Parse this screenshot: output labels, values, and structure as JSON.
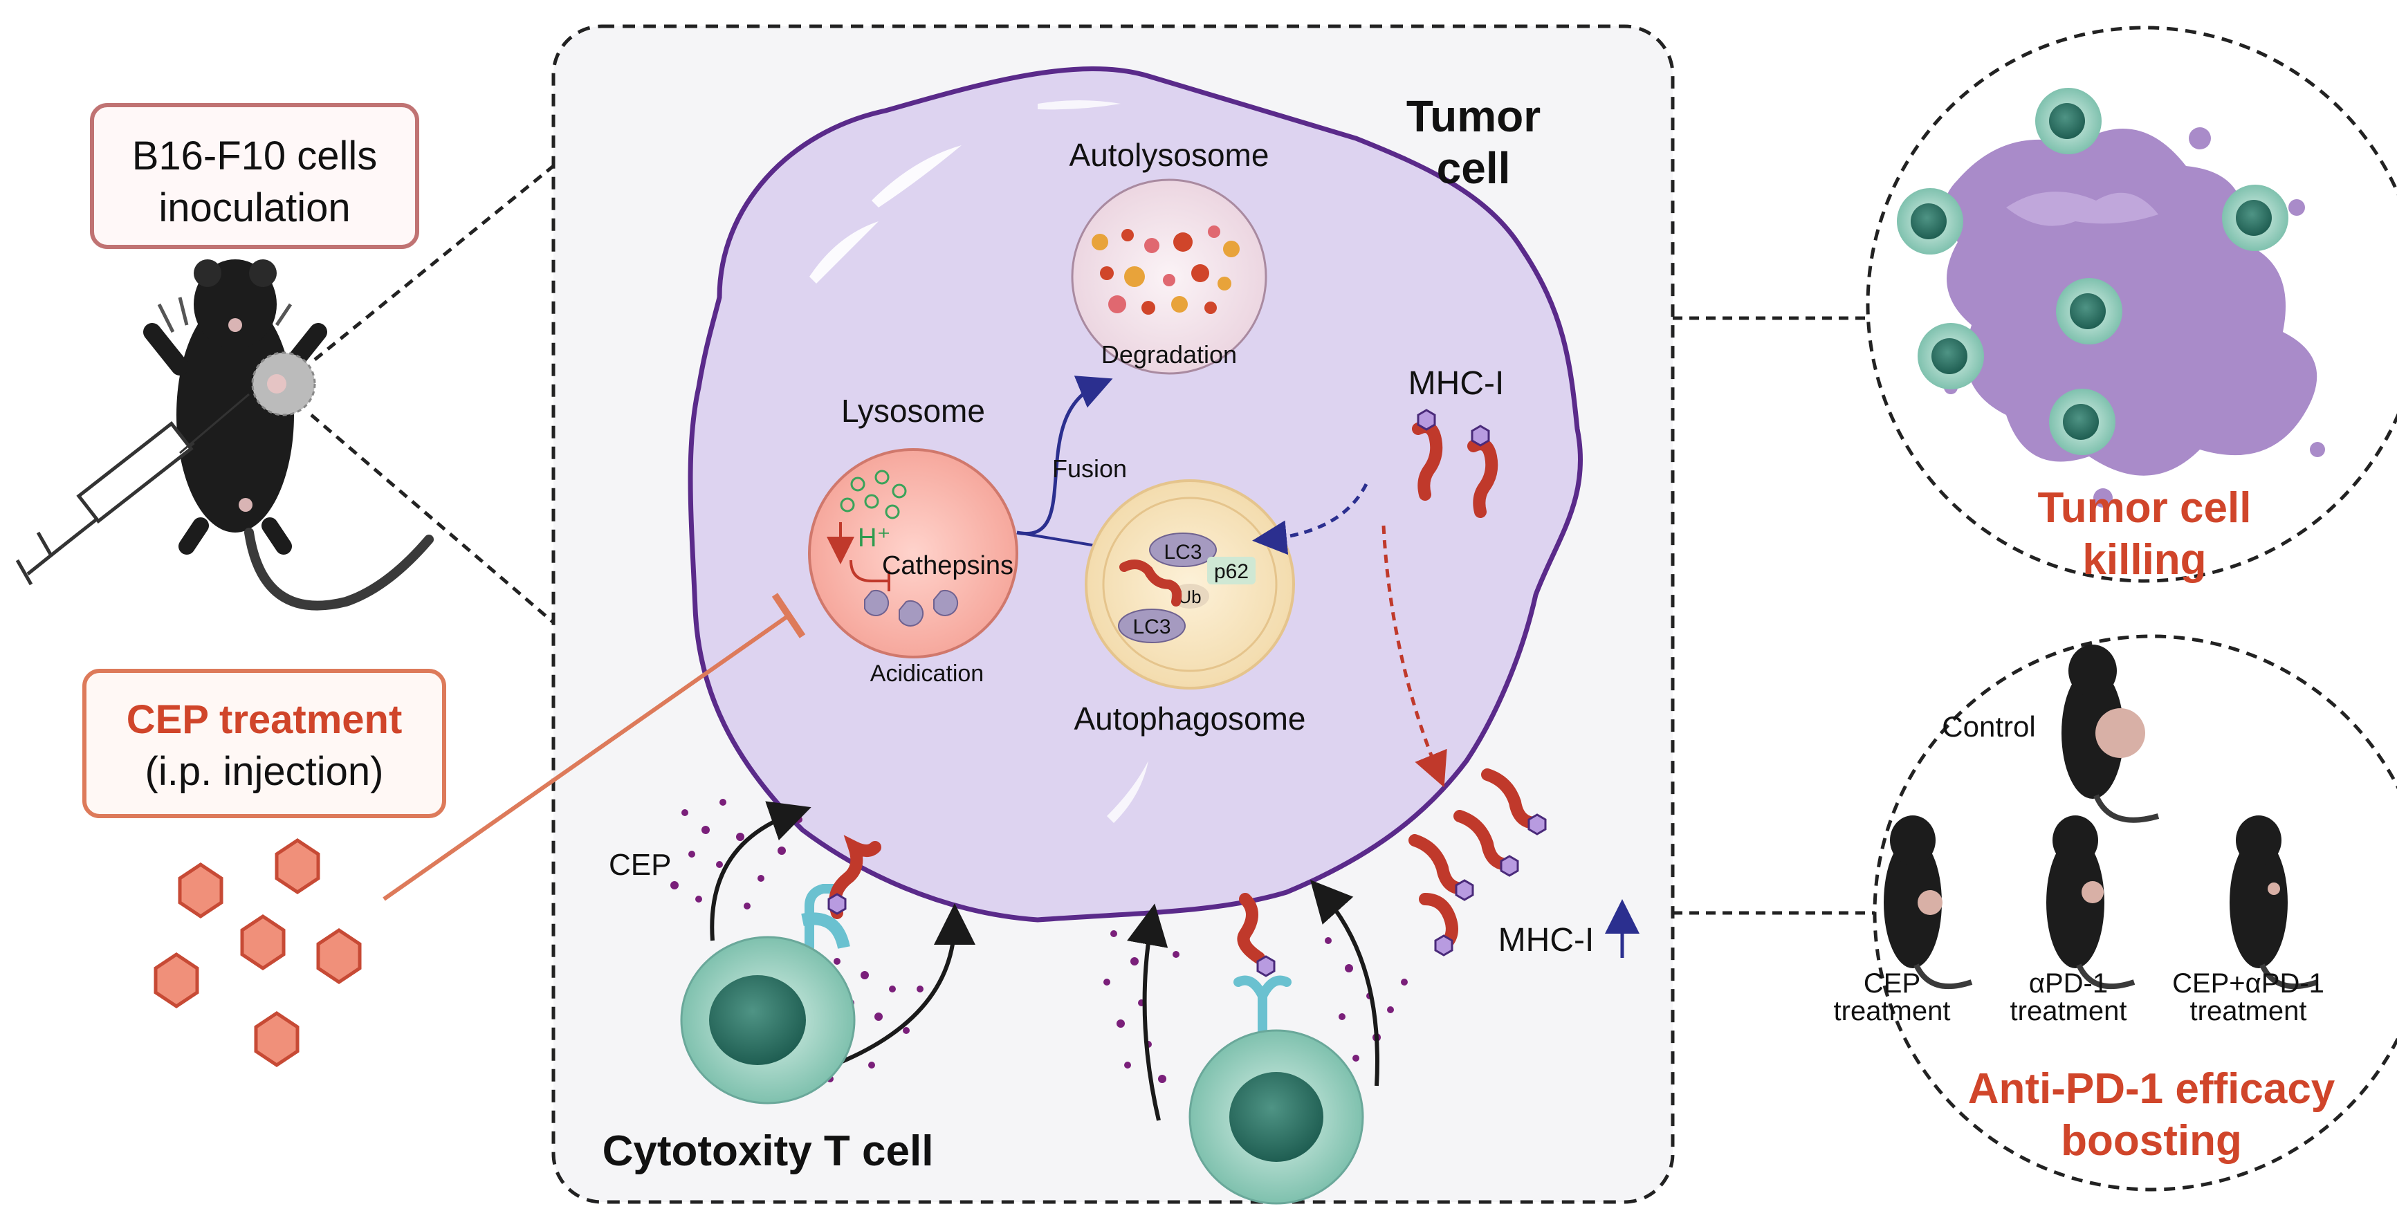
{
  "left": {
    "inoculation_line1": "B16-F10 cells",
    "inoculation_line2": "inoculation",
    "treatment_line1": "CEP treatment",
    "treatment_line2": "(i.p. injection)"
  },
  "center": {
    "tumor_line1": "Tumor",
    "tumor_line2": "cell",
    "autolysosome": "Autolysosome",
    "degradation": "Degradation",
    "lysosome": "Lysosome",
    "h_plus": "H⁺",
    "cathepsins": "Cathepsins",
    "acidication": "Acidication",
    "fusion": "Fusion",
    "autophagosome": "Autophagosome",
    "lc3_a": "LC3",
    "lc3_b": "LC3",
    "p62": "p62",
    "ub": "Ub",
    "mhc_top": "MHC-I",
    "mhc_bottom": "MHC-I",
    "cep": "CEP",
    "tcell": "Cytotoxity T cell"
  },
  "right": {
    "killing_line1": "Tumor cell",
    "killing_line2": "killing",
    "control": "Control",
    "cep_t1": "CEP",
    "cep_t2": "treatment",
    "pd1_t1": "αPD-1",
    "pd1_t2": "treatment",
    "combo_t1": "CEP+αPD-1",
    "combo_t2": "treatment",
    "boost_line1": "Anti-PD-1 efficacy",
    "boost_line2": "boosting"
  },
  "colors": {
    "accent_red": "#d0452a",
    "tumor_fill": "#ddd3f0",
    "tumor_outline": "#5a2a8a",
    "tcell_green": "#9fd3c4",
    "arrow_blue": "#2b2f8f"
  }
}
